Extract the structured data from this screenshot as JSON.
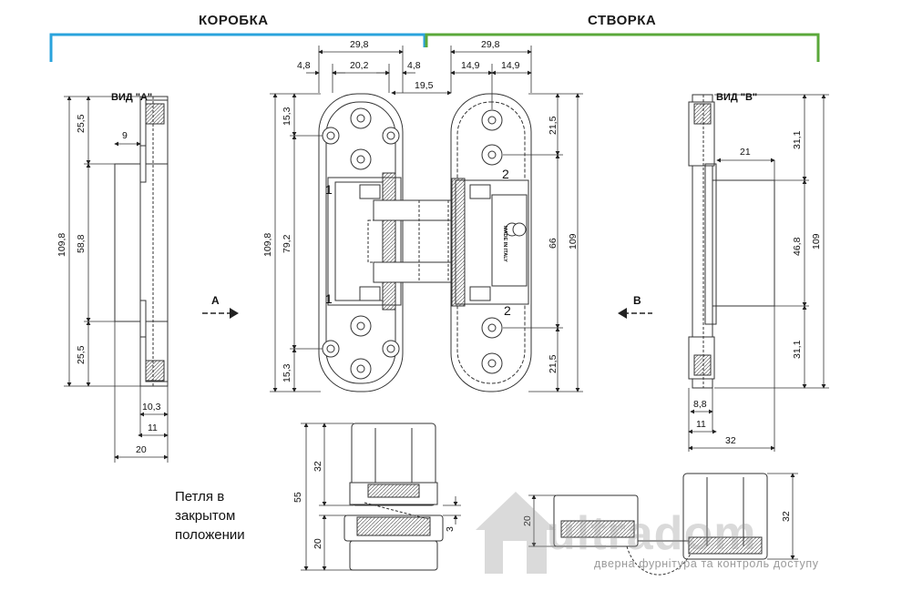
{
  "headers": {
    "frame": "КОРОБКА",
    "door": "СТВОРКА"
  },
  "colors": {
    "frame_line": "#2aa3dc",
    "door_line": "#5aa83a",
    "drawing": "#333333"
  },
  "views": {
    "view_a_label": "ВИД \"А\"",
    "view_b_label": "ВИД \"В\"",
    "arrow_a": "A",
    "arrow_b": "B"
  },
  "caption": {
    "line1": "Петля в",
    "line2": "закрытом",
    "line3": "положении"
  },
  "dimensions": {
    "frame_top_width": "29,8",
    "frame_left_margin": "4,8",
    "frame_inner": "20,2",
    "frame_right_margin": "4,8",
    "door_top_width": "29,8",
    "door_half_left": "14,9",
    "door_half_right": "14,9",
    "gap": "19,5",
    "frame_hole_top": "15,3",
    "frame_hole_bottom": "15,3",
    "frame_height": "109,8",
    "frame_slot": "79,2",
    "door_hole_top": "21,5",
    "door_hole_bottom": "21,5",
    "door_body": "66",
    "door_height": "109",
    "view_a_top": "25,5",
    "view_a_mid": "58,8",
    "view_a_bottom": "25,5",
    "view_a_height": "109,8",
    "view_a_step": "9",
    "view_a_w1": "10,3",
    "view_a_w2": "11",
    "view_a_w3": "20",
    "view_b_top": "31,1",
    "view_b_mid": "46,8",
    "view_b_bottom": "31,1",
    "view_b_height": "109",
    "view_b_step": "21",
    "view_b_w1": "8,8",
    "view_b_w2": "11",
    "view_b_w3": "32",
    "closed_top": "32",
    "closed_total": "55",
    "closed_bottom": "20",
    "closed_gap": "3",
    "open_left": "20",
    "open_right": "32"
  },
  "parts": {
    "number_1": "1",
    "number_2": "2",
    "brand": "MADE IN ITALY"
  },
  "watermark": {
    "main": "ultradom",
    "sub": "дверна фурнітура та контроль доступу"
  }
}
